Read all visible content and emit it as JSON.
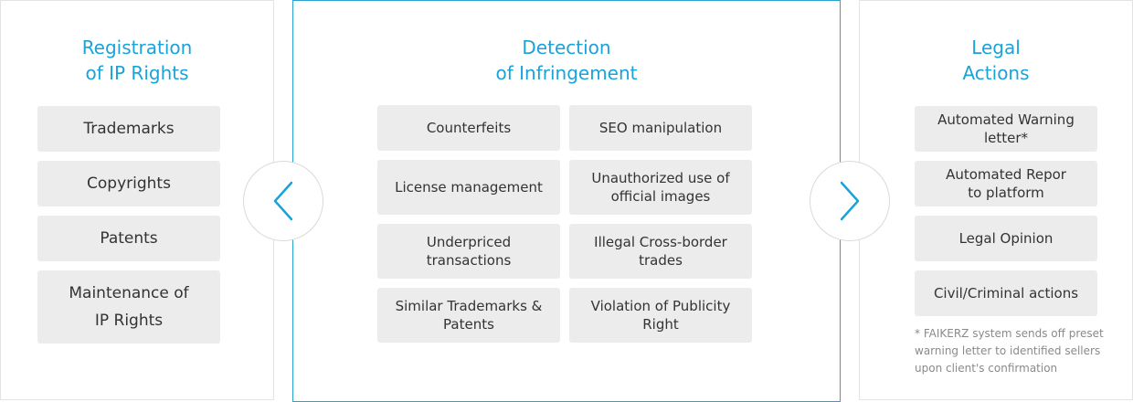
{
  "left": {
    "title": "Registration\nof IP Rights",
    "items": [
      "Trademarks",
      "Copyrights",
      "Patents",
      "Maintenance of\nIP Rights"
    ]
  },
  "middle": {
    "title": "Detection\nof Infringement",
    "items": [
      "Counterfeits",
      "SEO manipulation",
      "License management",
      "Unauthorized use of\nofficial images",
      "Underpriced\ntransactions",
      "Illegal Cross-border\ntrades",
      "Similar Trademarks &\nPatents",
      "Violation of Publicity\nRight"
    ]
  },
  "right": {
    "title": "Legal\nActions",
    "items": [
      "Automated Warning\nletter*",
      "Automated Repor\nto platform",
      "Legal Opinion",
      "Civil/Criminal actions"
    ],
    "note": "* FAIKERZ system sends off preset warning letter to identified sellers upon client's confirmation"
  },
  "colors": {
    "accent": "#1aa3d9",
    "box_bg": "#ececec",
    "border": "#e3e3e3"
  },
  "icons": {
    "prev": "chevron-left-icon",
    "next": "chevron-right-icon"
  }
}
